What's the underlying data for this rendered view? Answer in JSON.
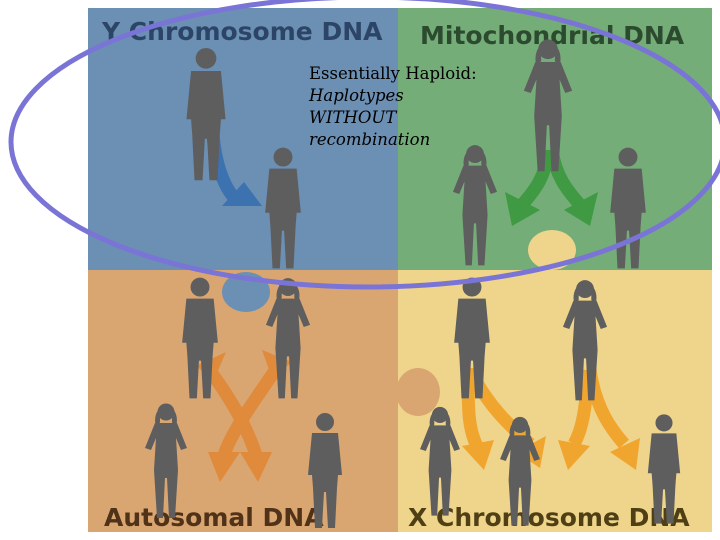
{
  "quadrants": {
    "y_chromosome": {
      "title": "Y Chromosome DNA",
      "color": "#6c8fb4",
      "title_color": "#2c4566"
    },
    "mitochondrial": {
      "title": "Mitochondrial DNA",
      "color": "#74ad78",
      "title_color": "#2b4a2e"
    },
    "autosomal": {
      "title": "Autosomal DNA",
      "color": "#d9a672",
      "title_color": "#4f3218"
    },
    "x_chromosome": {
      "title": "X Chromosome DNA",
      "color": "#efd48b",
      "title_color": "#4f3f14"
    }
  },
  "annotation": {
    "line1": "Essentially Haploid:",
    "line2": "Haplotypes",
    "line3": "WITHOUT",
    "line4": "recombination"
  },
  "colors": {
    "silhouette": "#5e5e5e",
    "ellipse": "#7a74d6",
    "arrow_blue": "#3d72b0",
    "arrow_green": "#3f9a43",
    "arrow_orange": "#e08a3c",
    "arrow_yellow": "#f0a52e"
  }
}
